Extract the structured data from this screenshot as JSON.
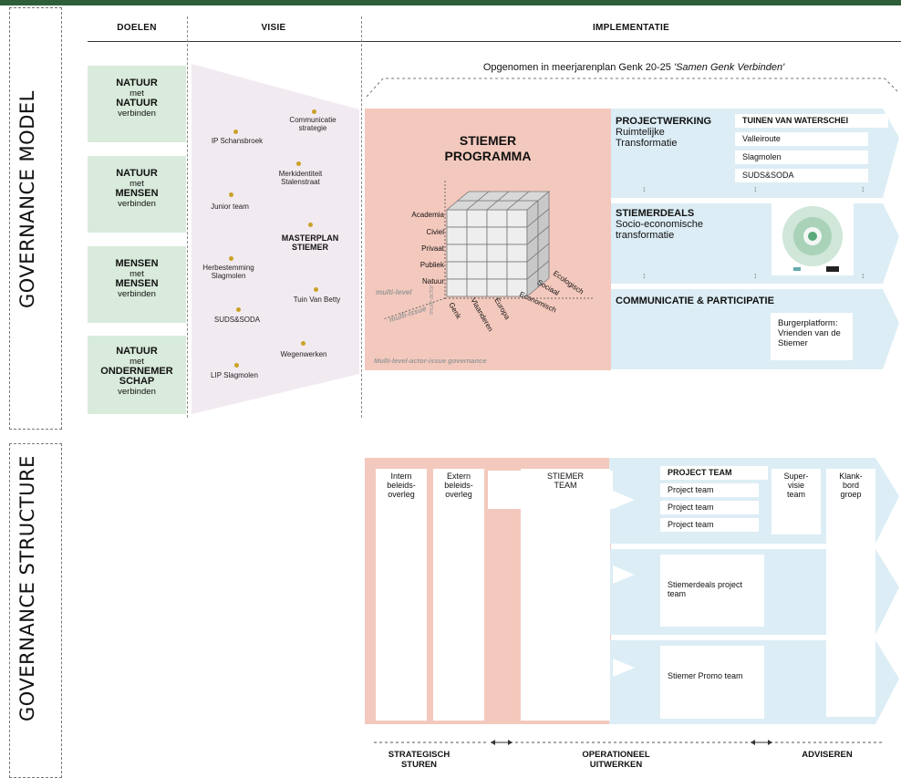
{
  "side_labels": {
    "top": "GOVERNANCE MODEL",
    "bottom": "GOVERNANCE STRUCTURE"
  },
  "columns": {
    "doelen": "DOELEN",
    "visie": "VISIE",
    "implementatie": "IMPLEMENTATIE"
  },
  "subtitle_plain": "Opgenomen in meerjarenplan Genk 20-25 ",
  "subtitle_italic": "'Samen Genk Verbinden'",
  "goals": [
    {
      "top": "NATUUR",
      "mid": "met",
      "main": "NATUUR",
      "bottom": "verbinden"
    },
    {
      "top": "NATUUR",
      "mid": "met",
      "main": "MENSEN",
      "bottom": "verbinden"
    },
    {
      "top": "MENSEN",
      "mid": "met",
      "main": "MENSEN",
      "bottom": "verbinden"
    },
    {
      "top": "NATUUR",
      "mid": "met",
      "main": "ONDERNEMER SCHAP",
      "bottom": "verbinden"
    }
  ],
  "visie": {
    "communicatie": "Communicatie strategie",
    "ip": "IP Schansbroek",
    "merk": "Merkidentiteit Stalenstraat",
    "junior": "Junior team",
    "masterplan": "MASTERPLAN STIEMER",
    "herbestemming": "Herbestemming Slagmolen",
    "tuin": "Tuin Van Betty",
    "suds": "SUDS&SODA",
    "wegen": "Wegenwerken",
    "lip": "LIP Slagmolen"
  },
  "programma": {
    "title1": "STIEMER",
    "title2": "PROGRAMMA",
    "rows": [
      "Academia",
      "Civiel",
      "Privaat",
      "Publiek",
      "Natuur"
    ],
    "depth": [
      "Ecologisch",
      "Sociaal",
      "Economisch"
    ],
    "bottom": [
      "Genk",
      "Vlaanderen",
      "Europa"
    ],
    "axis_level": "multi-level",
    "axis_issue": "multi-issue",
    "axis_actor": "multi-actor",
    "footer": "Multi-level-actor-issue governance"
  },
  "projectwerking": {
    "title": "PROJECTWERKING",
    "sub1": "Ruimtelijke",
    "sub2": "Transformatie",
    "items": [
      "TUINEN VAN WATERSCHEI",
      "Valleiroute",
      "Slagmolen",
      "SUDS&SODA"
    ]
  },
  "stiemerdeals": {
    "title": "STIEMERDEALS",
    "sub1": "Socio-economische",
    "sub2": "transformatie"
  },
  "communicatie": {
    "title": "COMMUNICATIE & PARTICIPATIE",
    "burger": "Burgerplatform: Vrienden van de Stiemer"
  },
  "structure": {
    "intern": "Intern beleids- overleg",
    "extern": "Extern beleids- overleg",
    "team": "STIEMER TEAM",
    "project_team_head": "PROJECT TEAM",
    "project_teams": [
      "Project team",
      "Project team",
      "Project team"
    ],
    "supervisie": "Super- visie team",
    "klankbord": "Klank- bord groep",
    "deals_team": "Stiemerdeals project team",
    "promo_team": "Stiemer Promo team"
  },
  "footer": {
    "strategisch": "STRATEGISCH STUREN",
    "operationeel": "OPERATIONEEL UITWERKEN",
    "adviseren": "ADVISEREN"
  },
  "colors": {
    "green": "#d9ebdc",
    "salmon": "#f4c9bd",
    "blue": "#dcedf5",
    "gold": "#c9a227",
    "bar": "#2f5f3a"
  }
}
